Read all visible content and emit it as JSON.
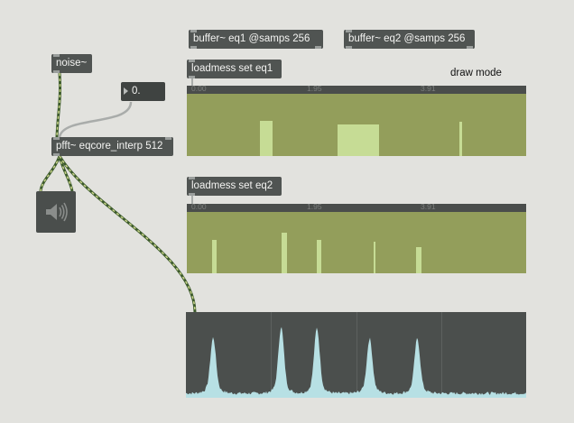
{
  "objects": {
    "noise": "noise~",
    "pfft": "pfft~ eqcore_interp 512",
    "buffer1": "buffer~ eq1 @samps 256",
    "buffer2": "buffer~ eq2 @samps 256",
    "loadmess1": "loadmess set eq1",
    "loadmess2": "loadmess set eq2"
  },
  "number_box": {
    "value": "0."
  },
  "draw_mode_label": "draw mode",
  "waveform1": {
    "ticks": [
      "0.00",
      "1.95",
      "3.91"
    ],
    "bars": [
      {
        "start": 0.216,
        "end": 0.254,
        "level": 0.56
      },
      {
        "start": 0.444,
        "end": 0.567,
        "level": 0.51
      },
      {
        "start": 0.804,
        "end": 0.812,
        "level": 0.55
      }
    ]
  },
  "waveform2": {
    "ticks": [
      "0.00",
      "1.95",
      "3.91"
    ],
    "bars": [
      {
        "start": 0.074,
        "end": 0.088,
        "level": 0.54
      },
      {
        "start": 0.28,
        "end": 0.295,
        "level": 0.66
      },
      {
        "start": 0.383,
        "end": 0.395,
        "level": 0.54
      },
      {
        "start": 0.551,
        "end": 0.557,
        "level": 0.51
      },
      {
        "start": 0.676,
        "end": 0.692,
        "level": 0.43
      }
    ]
  },
  "scope": {
    "divisions": 4,
    "peaks": [
      {
        "center": 0.08,
        "level": 0.58
      },
      {
        "center": 0.28,
        "level": 0.69
      },
      {
        "center": 0.385,
        "level": 0.68
      },
      {
        "center": 0.54,
        "level": 0.57
      },
      {
        "center": 0.68,
        "level": 0.57
      }
    ],
    "colors": {
      "fill": "#b7e0e4",
      "background": "#4b4f4d",
      "grid": "#5d615f"
    }
  },
  "colors": {
    "canvas": "#e2e2de",
    "object_box": "#505452",
    "waveform_bg": "#939e5b",
    "waveform_bar": "#c6dc95",
    "patch_cord": "#3c5a2c",
    "signal_dash": "#c9d58a"
  },
  "icons": {
    "dac": "speaker-icon"
  }
}
